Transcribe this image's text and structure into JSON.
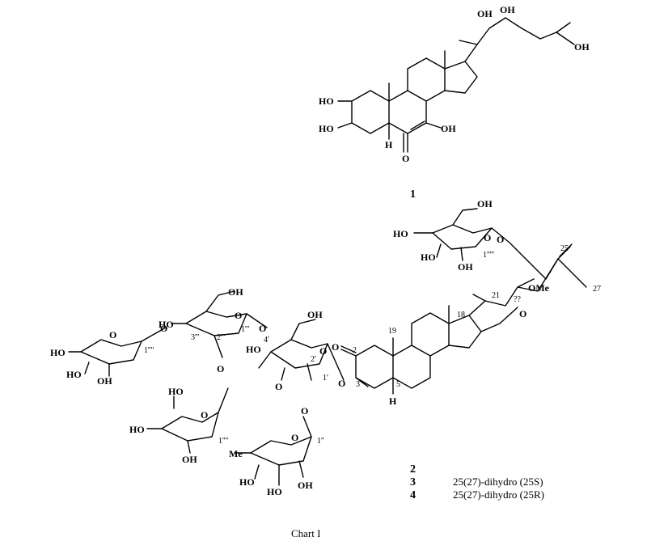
{
  "caption": "Chart I",
  "compound1": {
    "id": "1",
    "oh_labels": [
      "HO",
      "HO",
      "OH",
      "OH",
      "OH",
      "OH"
    ],
    "h_label": "H",
    "o_label": "O"
  },
  "compound2": {
    "oh_labels": [
      "OH",
      "HO",
      "HO",
      "OH",
      "OH",
      "HO",
      "OH",
      "HO",
      "HO",
      "HO",
      "OH",
      "HO",
      "HO",
      "OH",
      "HO",
      "HO",
      "OH"
    ],
    "o_label": "O",
    "h_label": "H",
    "ome_label": "OMe",
    "me_label": "Me",
    "stereo_unknown": "??",
    "numbers": [
      "1'''''",
      "25",
      "27",
      "21",
      "18",
      "19",
      "2",
      "3",
      "5",
      "4'",
      "2'",
      "1'",
      "3'''",
      "2'''",
      "1'''",
      "1''''",
      "1''''",
      "1''"
    ]
  },
  "compounds": [
    {
      "id": "2",
      "description": ""
    },
    {
      "id": "3",
      "description": "25(27)-dihydro (25S)"
    },
    {
      "id": "4",
      "description": "25(27)-dihydro (25R)"
    }
  ]
}
